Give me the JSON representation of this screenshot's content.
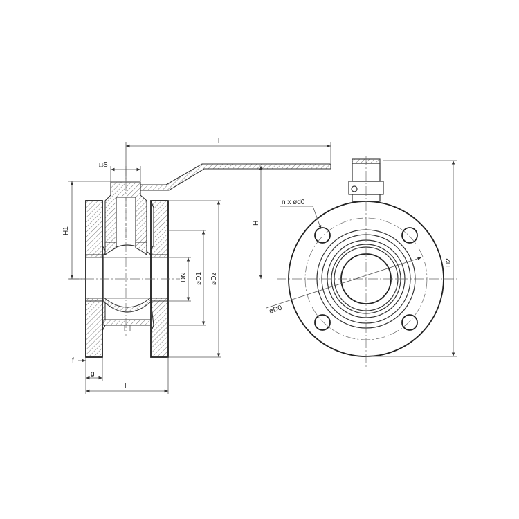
{
  "labels": {
    "square_s": "□S",
    "l": "l",
    "h": "H",
    "h1": "H1",
    "h2": "H2",
    "dn": "DN",
    "d1": "øD1",
    "dz": "øDz",
    "d0": "øD0",
    "bolts": "n x ød0",
    "f": "f",
    "g": "g",
    "L": "L"
  }
}
